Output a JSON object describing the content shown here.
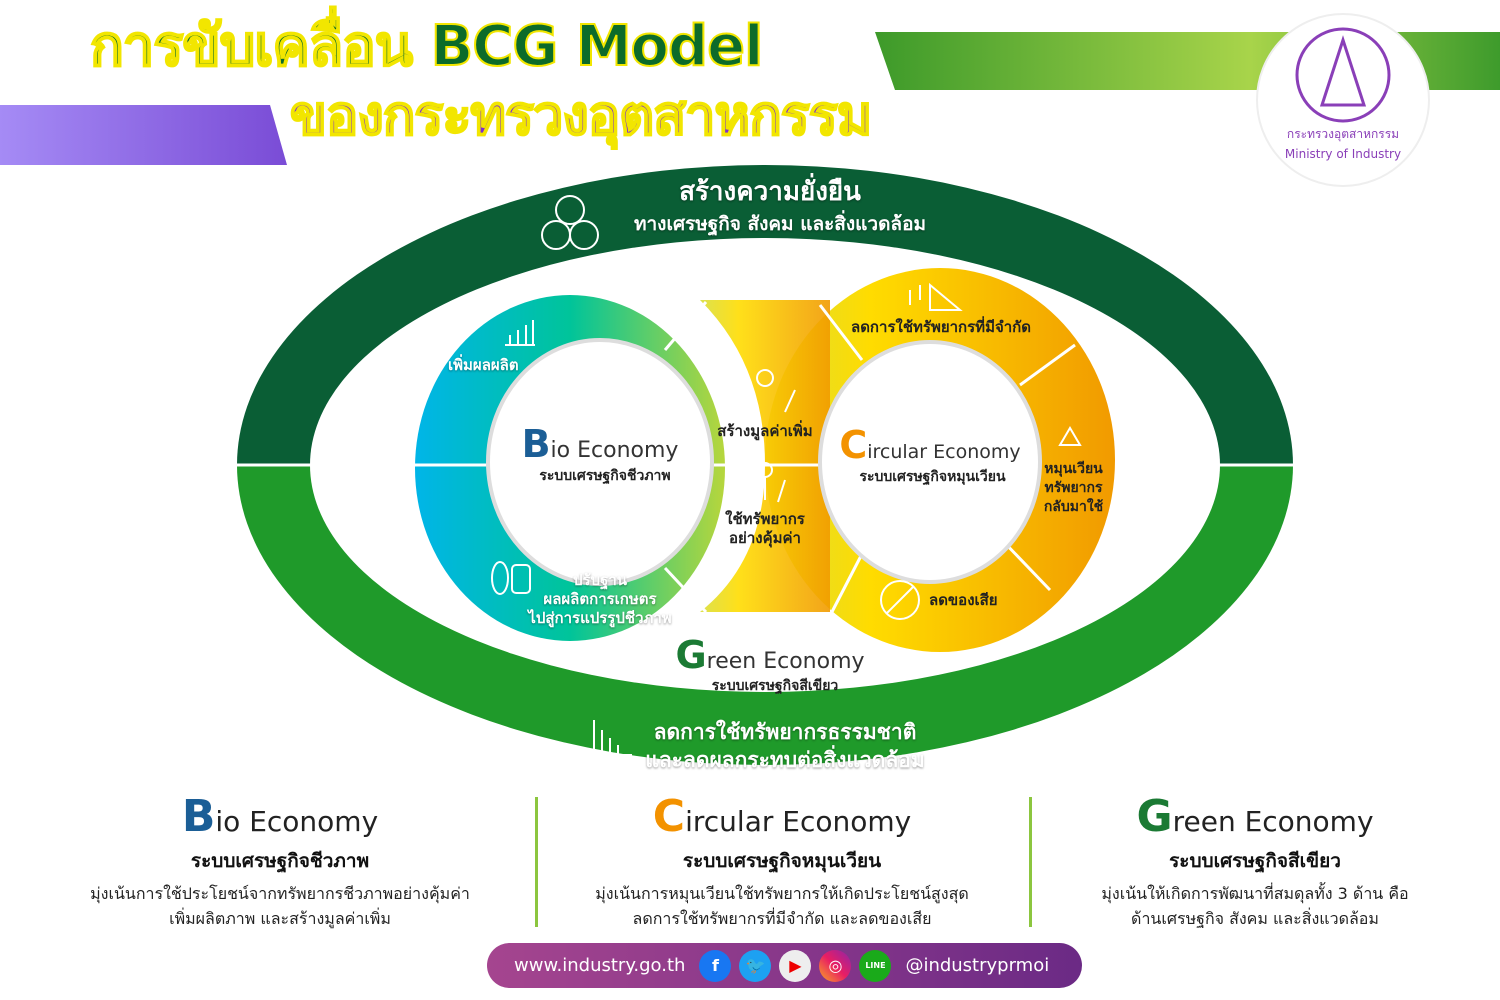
{
  "title": {
    "line1": "การขับเคลื่อน BCG Model",
    "line2": "ของกระทรวงอุตสาหกรรม"
  },
  "logo": {
    "text_th": "กระทรวงอุตสาหกรรม",
    "text_en": "Ministry of Industry"
  },
  "outer_ring": {
    "top_title": "สร้างความยั่งยืน",
    "top_sub": "ทางเศรษฐกิจ สังคม และสิ่งแวดล้อม",
    "bottom_line1": "ลดการใช้ทรัพยากรธรรมชาติ",
    "bottom_line2": "และลดผลกระทบต่อสิ่งแวดล้อม"
  },
  "bio_ring": {
    "initial": "B",
    "rest": "io Economy",
    "sub": "ระบบเศรษฐกิจชีวภาพ",
    "seg_top": "เพิ่มผลผลิต",
    "seg_bottom": [
      "ปรับฐาน",
      "ผลผลิตการเกษตร",
      "ไปสู่การแปรรูปชีวภาพ"
    ]
  },
  "center": {
    "top": "สร้างมูลค่าเพิ่ม",
    "bottom": [
      "ใช้ทรัพยากร",
      "อย่างคุ้มค่า"
    ]
  },
  "circular_ring": {
    "initial": "C",
    "rest": "ircular Economy",
    "sub": "ระบบเศรษฐกิจหมุนเวียน",
    "seg_top": "ลดการใช้ทรัพยากรที่มีจำกัด",
    "seg_right": [
      "หมุนเวียน",
      "ทรัพยากร",
      "กลับมาใช้"
    ],
    "seg_bottom": "ลดของเสีย"
  },
  "green_label": {
    "initial": "G",
    "rest": "reen Economy",
    "sub": "ระบบเศรษฐกิจสีเขียว"
  },
  "columns": [
    {
      "initial": "B",
      "rest": "io Economy",
      "sub": "ระบบเศรษฐกิจชีวภาพ",
      "desc": [
        "มุ่งเน้นการใช้ประโยชน์จากทรัพยากรชีวภาพอย่างคุ้มค่า",
        "เพิ่มผลิตภาพ และสร้างมูลค่าเพิ่ม"
      ],
      "color": "#1b5e96"
    },
    {
      "initial": "C",
      "rest": "ircular Economy",
      "sub": "ระบบเศรษฐกิจหมุนเวียน",
      "desc": [
        "มุ่งเน้นการหมุนเวียนใช้ทรัพยากรให้เกิดประโยชน์สูงสุด",
        "ลดการใช้ทรัพยากรที่มีจำกัด และลดของเสีย"
      ],
      "color": "#f39200"
    },
    {
      "initial": "G",
      "rest": "reen Economy",
      "sub": "ระบบเศรษฐกิจสีเขียว",
      "desc": [
        "มุ่งเน้นให้เกิดการพัฒนาที่สมดุลทั้ง 3 ด้าน คือ",
        "ด้านเศรษฐกิจ สังคม และสิ่งแวดล้อม"
      ],
      "color": "#1b7a34"
    }
  ],
  "footer": {
    "website": "www.industry.go.th",
    "handle": "@industryprmoi",
    "line_label": "LINE"
  }
}
